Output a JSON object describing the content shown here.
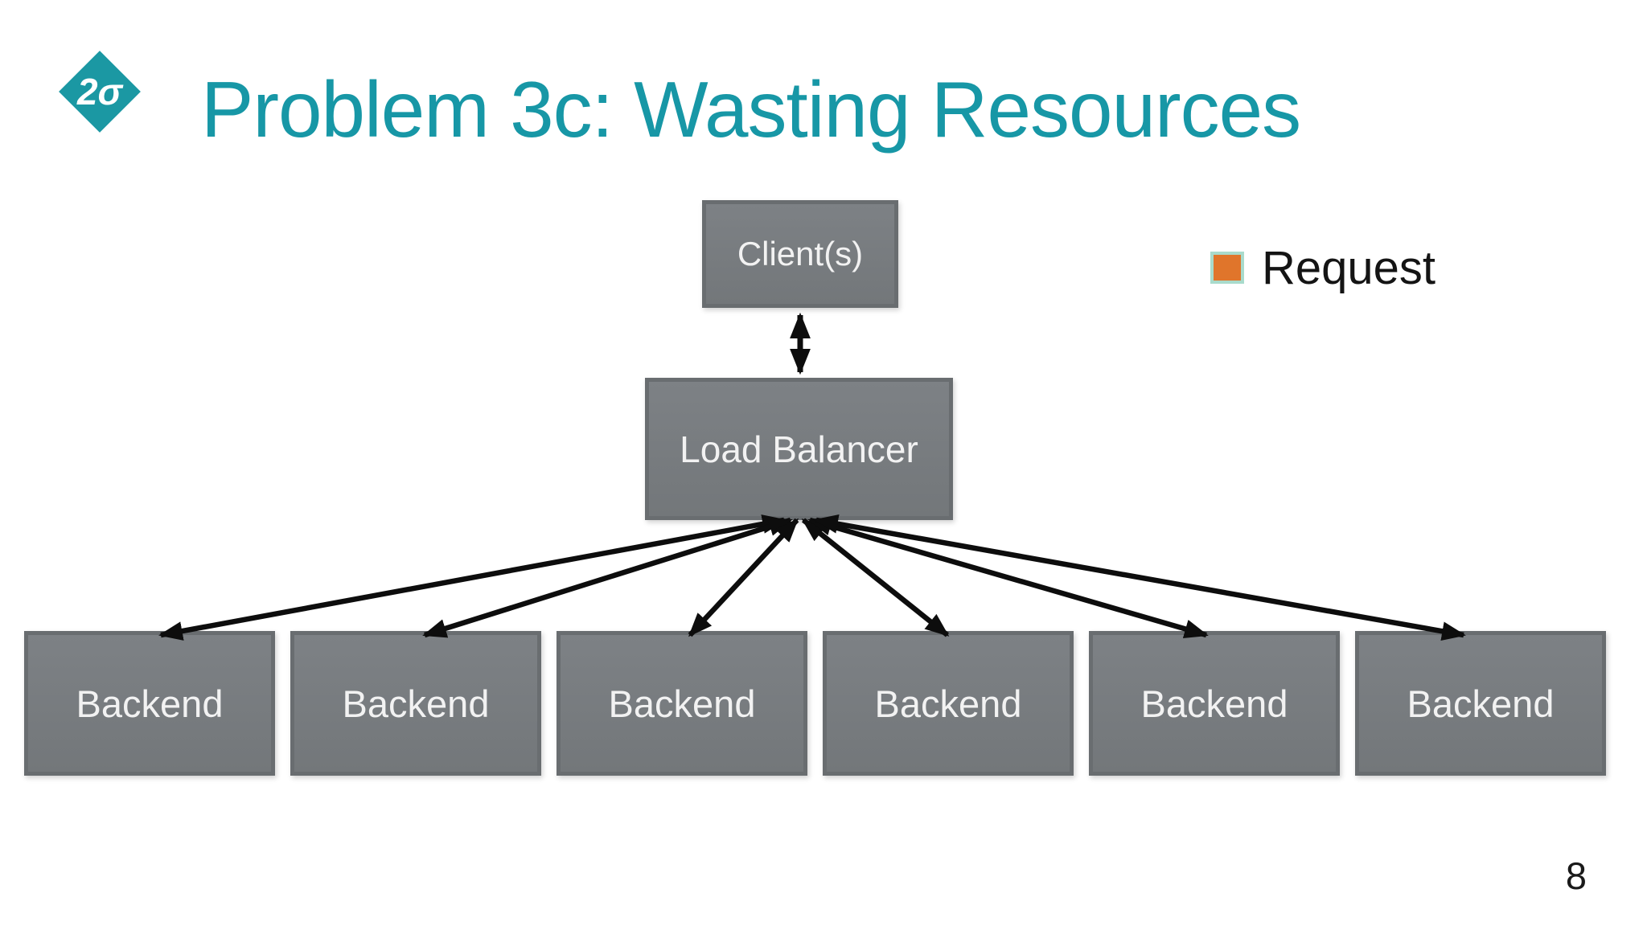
{
  "slide": {
    "logo_text": "2σ",
    "title": "Problem 3c: Wasting Resources",
    "page_number": "8"
  },
  "legend": {
    "label": "Request",
    "swatch_color": "#E0752B",
    "swatch_border_color": "#A9DBCC"
  },
  "diagram": {
    "client": {
      "label": "Client(s)"
    },
    "load_balancer": {
      "label": "Load Balancer"
    },
    "backends": [
      {
        "label": "Backend"
      },
      {
        "label": "Backend"
      },
      {
        "label": "Backend"
      },
      {
        "label": "Backend"
      },
      {
        "label": "Backend"
      },
      {
        "label": "Backend"
      }
    ],
    "edges": [
      {
        "from": "client",
        "to": "load_balancer",
        "bidirectional": true
      },
      {
        "from": "load_balancer",
        "to": "backend_1",
        "bidirectional": true
      },
      {
        "from": "load_balancer",
        "to": "backend_2",
        "bidirectional": true
      },
      {
        "from": "load_balancer",
        "to": "backend_3",
        "bidirectional": true
      },
      {
        "from": "load_balancer",
        "to": "backend_4",
        "bidirectional": true
      },
      {
        "from": "load_balancer",
        "to": "backend_5",
        "bidirectional": true
      },
      {
        "from": "load_balancer",
        "to": "backend_6",
        "bidirectional": true
      }
    ]
  },
  "colors": {
    "accent_teal": "#1797A6",
    "node_fill": "#767A7D",
    "node_border": "#696D70",
    "node_text": "#F2F2F2",
    "arrow": "#0D0D0D",
    "background": "#FFFFFF",
    "page_text": "#1A1A1A"
  }
}
